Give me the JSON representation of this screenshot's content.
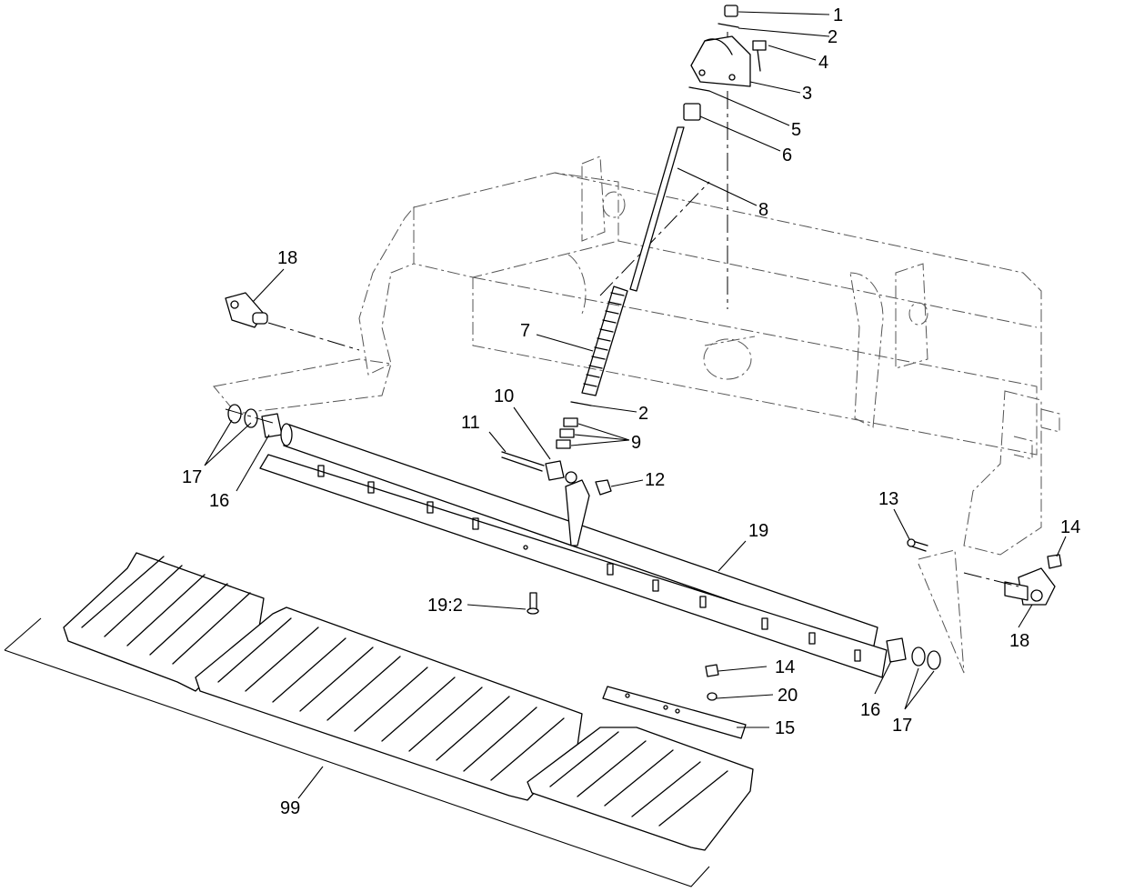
{
  "callouts": [
    {
      "id": "c1",
      "label": "1"
    },
    {
      "id": "c2a",
      "label": "2"
    },
    {
      "id": "c4",
      "label": "4"
    },
    {
      "id": "c3",
      "label": "3"
    },
    {
      "id": "c5",
      "label": "5"
    },
    {
      "id": "c6",
      "label": "6"
    },
    {
      "id": "c8",
      "label": "8"
    },
    {
      "id": "c18a",
      "label": "18"
    },
    {
      "id": "c7",
      "label": "7"
    },
    {
      "id": "c10",
      "label": "10"
    },
    {
      "id": "c2b",
      "label": "2"
    },
    {
      "id": "c11",
      "label": "11"
    },
    {
      "id": "c9",
      "label": "9"
    },
    {
      "id": "c12",
      "label": "12"
    },
    {
      "id": "c17a",
      "label": "17"
    },
    {
      "id": "c16a",
      "label": "16"
    },
    {
      "id": "c13",
      "label": "13"
    },
    {
      "id": "c14a",
      "label": "14"
    },
    {
      "id": "c19",
      "label": "19"
    },
    {
      "id": "c192",
      "label": "19:2"
    },
    {
      "id": "c18b",
      "label": "18"
    },
    {
      "id": "c14b",
      "label": "14"
    },
    {
      "id": "c20",
      "label": "20"
    },
    {
      "id": "c16b",
      "label": "16"
    },
    {
      "id": "c17b",
      "label": "17"
    },
    {
      "id": "c15",
      "label": "15"
    },
    {
      "id": "c99",
      "label": "99"
    }
  ]
}
